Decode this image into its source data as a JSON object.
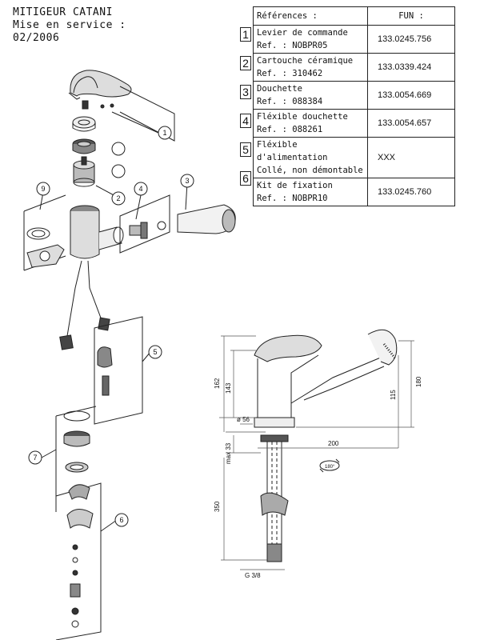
{
  "header": {
    "line1": "MITIGEUR CATANI",
    "line2": "Mise en service :",
    "line3": "02/2006"
  },
  "table": {
    "col_ref": "Références :",
    "col_fun": "FUN :",
    "rows": [
      {
        "num": "1",
        "desc1": "Levier de commande",
        "desc2": "Ref. : NOBPR05",
        "fun": "133.0245.756"
      },
      {
        "num": "2",
        "desc1": "Cartouche céramique",
        "desc2": "Ref. : 310462",
        "fun": "133.0339.424"
      },
      {
        "num": "3",
        "desc1": "Douchette",
        "desc2": "Ref. : 088384",
        "fun": "133.0054.669"
      },
      {
        "num": "4",
        "desc1": "Fléxible douchette",
        "desc2": "Ref. : 088261",
        "fun": "133.0054.657"
      },
      {
        "num": "5",
        "desc1": "Fléxible d'alimentation",
        "desc2": "Collé, non démontable",
        "fun": "XXX"
      },
      {
        "num": "6",
        "desc1": "Kit de fixation",
        "desc2": "Ref. : NOBPR10",
        "fun": "133.0245.760"
      }
    ]
  },
  "callouts": [
    "1",
    "2",
    "3",
    "4",
    "5",
    "6",
    "7",
    "9"
  ],
  "dimensions": {
    "d162": "162",
    "d143": "143",
    "d56": "ø 56",
    "d33": "max 33",
    "d200": "200",
    "d115": "115",
    "d180": "180",
    "d350": "350",
    "thread": "G 3/8",
    "angle": "180°"
  }
}
